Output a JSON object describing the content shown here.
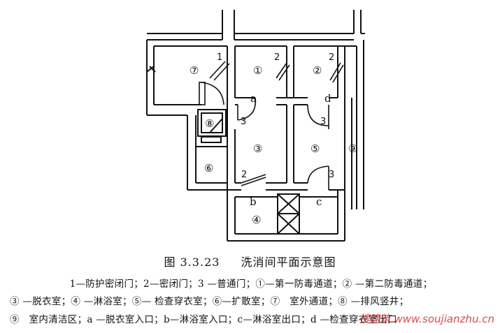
{
  "diagram": {
    "rooms": {
      "r1": "①",
      "r2": "②",
      "r3": "③",
      "r4": "④",
      "r5": "⑤",
      "r6": "⑥",
      "r7": "⑦",
      "r8": "⑧",
      "r9": "⑨"
    },
    "entrances": {
      "a": "a",
      "b": "b",
      "c": "c",
      "d": "d"
    },
    "door_numbers": {
      "one": "1",
      "two": "2",
      "three": "3"
    }
  },
  "caption": {
    "figure_no": "图 3.3.23",
    "title": "洗消间平面示意图"
  },
  "legend": {
    "line1": "1—防护密闭门；2—密闭门；3 —普通门；①—第一防毒通道；② —第二防毒通道；",
    "line2": "③ —脱衣室；④ —淋浴室；⑤— 检查穿衣室；⑥—扩散室；⑦　室外通道；⑧ —排风竖井；",
    "line3": "⑨　室内清洁区；a —脱衣室入口；b—淋浴室入口；c—淋浴室出口；d —检查穿衣室出口"
  },
  "watermark": "搜建筑 www.soujianzhu.cn"
}
